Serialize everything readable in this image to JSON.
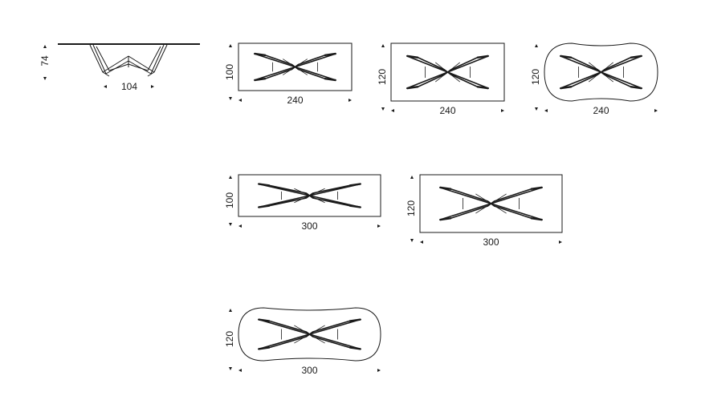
{
  "colors": {
    "line": "#1a1a1a",
    "base_light": "#555555",
    "background": "#ffffff"
  },
  "side_view": {
    "height": "74",
    "depth": "104"
  },
  "variants": [
    {
      "id": "rect-240x100",
      "shape": "rectangle",
      "length": "240",
      "width": "100"
    },
    {
      "id": "rect-240x120",
      "shape": "rectangle",
      "length": "240",
      "width": "120"
    },
    {
      "id": "oval-240x120",
      "shape": "rounded",
      "length": "240",
      "width": "120"
    },
    {
      "id": "rect-300x100",
      "shape": "rectangle",
      "length": "300",
      "width": "100"
    },
    {
      "id": "rect-300x120",
      "shape": "rectangle",
      "length": "300",
      "width": "120"
    },
    {
      "id": "oval-300x120",
      "shape": "rounded",
      "length": "300",
      "width": "120"
    }
  ]
}
